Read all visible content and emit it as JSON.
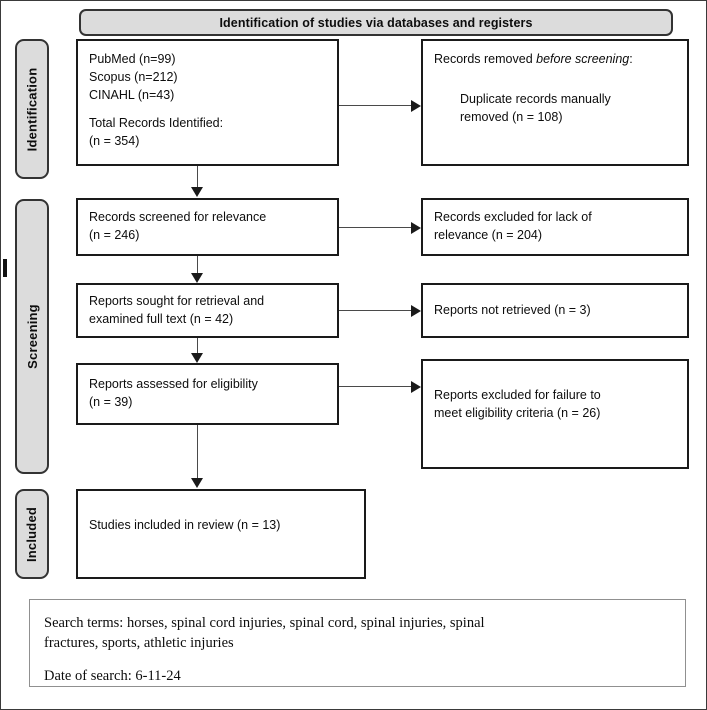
{
  "diagram": {
    "banner_title": "Identification of studies via databases and registers",
    "stages": [
      {
        "id": "identification",
        "label": "Identification"
      },
      {
        "id": "screening",
        "label": "Screening"
      },
      {
        "id": "included",
        "label": "Included"
      }
    ],
    "left_column": {
      "records_identified": {
        "databases": [
          "PubMed (n=99)",
          "Scopus (n=212)",
          "CINAHL (n=43)"
        ],
        "total_label": "Total Records Identified:",
        "total_value": "(n = 354)"
      },
      "records_screened": {
        "line1": "Records screened for relevance",
        "line2": "(n = 246)"
      },
      "reports_sought": {
        "line1": "Reports sought for retrieval and",
        "line2": "examined full text (n = 42)"
      },
      "reports_assessed": {
        "line1": "Reports assessed for eligibility",
        "line2": "(n = 39)"
      },
      "studies_included": {
        "line1": "Studies included in review (n = 13)"
      }
    },
    "right_column": {
      "records_removed": {
        "heading_plain": "Records removed ",
        "heading_italic": "before screening",
        "heading_colon": ":",
        "detail_line1": "Duplicate records manually",
        "detail_line2": "removed (n = 108)"
      },
      "records_excluded_relevance": {
        "line1": "Records excluded for lack of",
        "line2": "relevance (n = 204)"
      },
      "reports_not_retrieved": {
        "line1": "Reports not retrieved (n = 3)"
      },
      "reports_excluded_eligibility": {
        "line1": "Reports excluded for failure to",
        "line2": "meet eligibility criteria (n = 26)"
      }
    }
  },
  "footer": {
    "search_terms_line1": "Search terms: horses, spinal cord injuries, spinal cord, spinal injuries, spinal",
    "search_terms_line2": "fractures, sports, athletic injuries",
    "date_of_search": "Date of search: 6-11-24"
  },
  "colors": {
    "banner_fill": "#dcdcdc",
    "box_border": "#1a1a1a",
    "connector": "#4a4a4a",
    "text": "#0d0d0d"
  }
}
